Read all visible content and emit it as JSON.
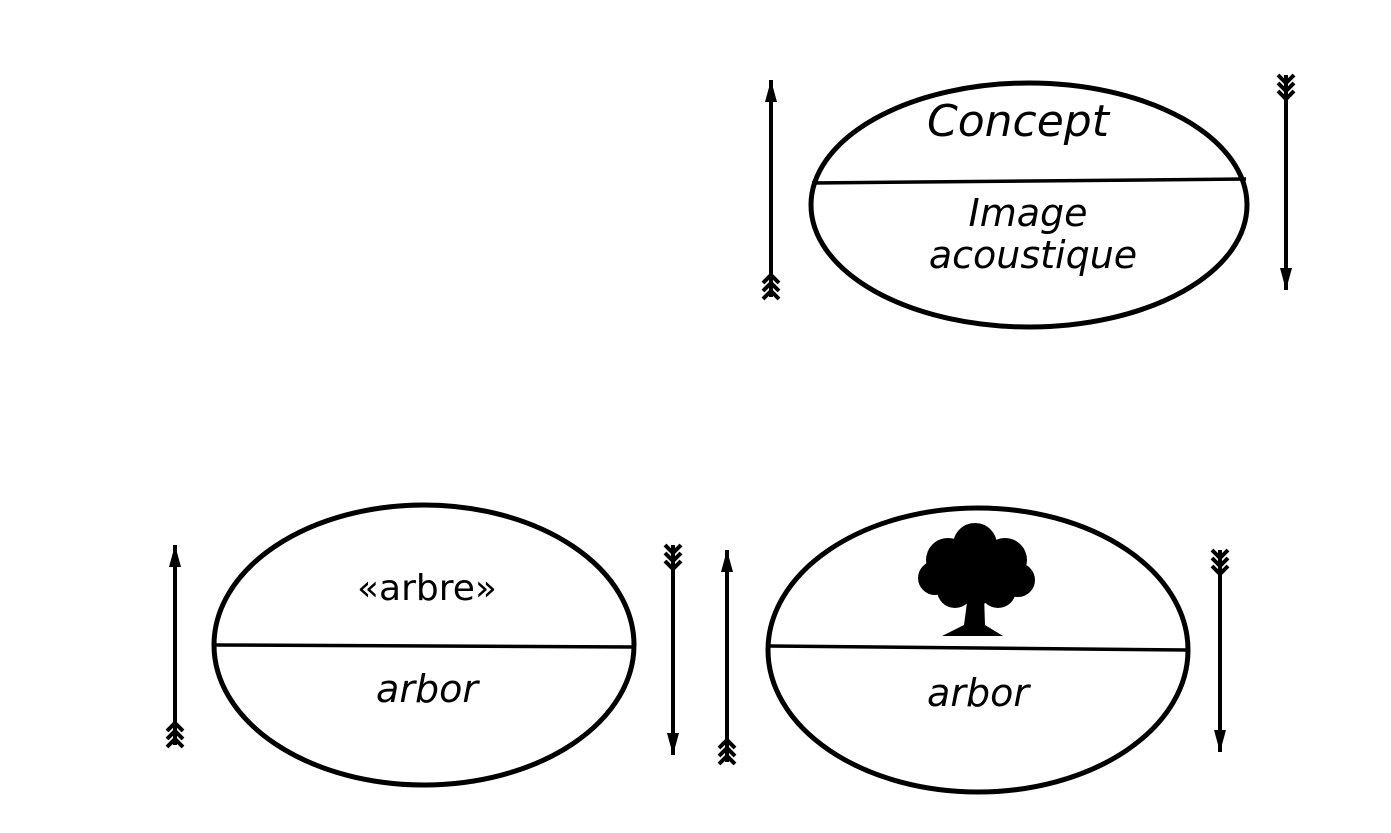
{
  "diagram": {
    "top_sign": {
      "signified": "Concept",
      "signifier_line1": "Image",
      "signifier_line2": "acoustique"
    },
    "left_sign": {
      "signified": "«arbre»",
      "signifier": "arbor"
    },
    "right_sign": {
      "signified_icon": "tree-icon",
      "signifier": "arbor"
    },
    "colors": {
      "ink": "#000000",
      "background": "#ffffff"
    }
  }
}
